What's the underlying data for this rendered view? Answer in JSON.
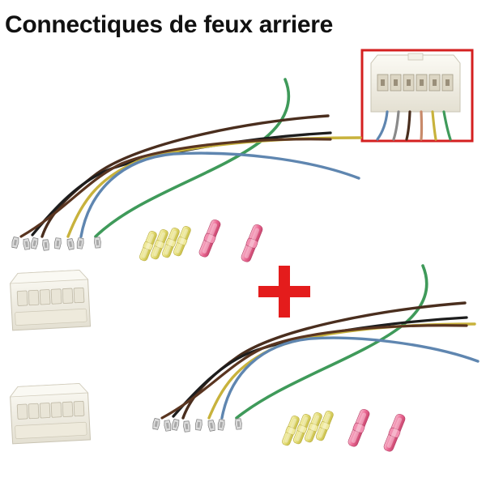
{
  "title": "Connectiques de feux arriere",
  "colors": {
    "title_text": "#111111",
    "inset_frame": "#d42020",
    "plus_sign": "#e41c1c",
    "wire_green": "#3f9a5a",
    "wire_brown": "#4a2e1e",
    "wire_black": "#1d1d1d",
    "wire_yellow": "#c8b23c",
    "wire_blue": "#5f86b0",
    "yellow_sleeve": "#e9e38a",
    "pink_sleeve": "#ef6f9a",
    "connector_body": "#f1eee4"
  },
  "icons": [
    "connector-inset",
    "wire-harness",
    "plus-sign",
    "butt-connector",
    "connector-housing"
  ]
}
